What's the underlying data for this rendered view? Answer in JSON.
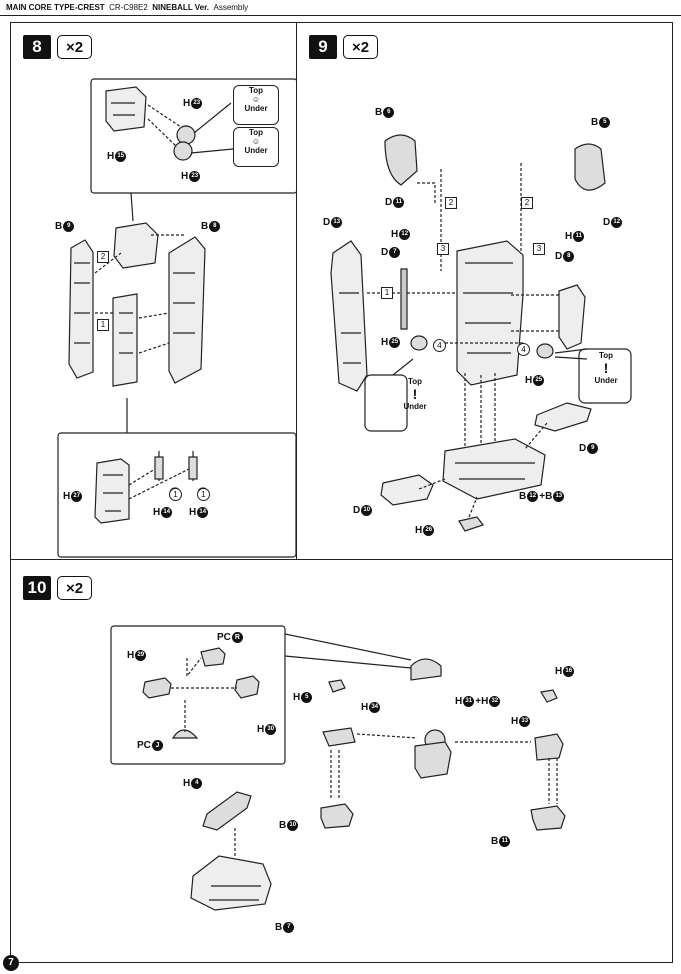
{
  "header": {
    "series": "MAIN CORE TYPE-CREST",
    "model": "CR-C98E2",
    "name": "NINEBALL Ver.",
    "subtitle": "Assembly"
  },
  "steps": {
    "s8": {
      "num": "8",
      "qty": "×2"
    },
    "s9": {
      "num": "9",
      "qty": "×2"
    },
    "s10": {
      "num": "10",
      "qty": "×2"
    }
  },
  "orientation": {
    "top": "Top",
    "under": "Under"
  },
  "labels": {
    "s8": {
      "h23a": "H",
      "h23a_n": "23",
      "h15": "H",
      "h15_n": "15",
      "h23b": "H",
      "h23b_n": "23",
      "b9": "B",
      "b9_n": "9",
      "b8": "B",
      "b8_n": "8",
      "h27": "H",
      "h27_n": "27",
      "h14a": "H",
      "h14a_n": "14",
      "h14b": "H",
      "h14b_n": "14"
    },
    "s9": {
      "b6": "B",
      "b6_n": "6",
      "b5": "B",
      "b5_n": "5",
      "d11": "D",
      "d11_n": "11",
      "d12": "D",
      "d12_n": "12",
      "h12": "H",
      "h12_n": "12",
      "h11": "H",
      "h11_n": "11",
      "d13": "D",
      "d13_n": "13",
      "d7": "D",
      "d7_n": "7",
      "d8": "D",
      "d8_n": "8",
      "h25a": "H",
      "h25a_n": "25",
      "h25b": "H",
      "h25b_n": "25",
      "d9": "D",
      "d9_n": "9",
      "d10": "D",
      "d10_n": "10",
      "b12b13": "B",
      "b12_n": "12",
      "b13_sep": "+B",
      "b13_n": "13",
      "h26": "H",
      "h26_n": "26"
    },
    "s10": {
      "h29": "H",
      "h29_n": "29",
      "pc_r": "PC",
      "pc_r_n": "R",
      "h30": "H",
      "h30_n": "30",
      "pc_j": "PC",
      "pc_j_n": "J",
      "h5": "H",
      "h5_n": "5",
      "h34": "H",
      "h34_n": "34",
      "h31": "H",
      "h31_n": "31",
      "h32_sep": "+H",
      "h32_n": "32",
      "h16": "H",
      "h16_n": "16",
      "h33": "H",
      "h33_n": "33",
      "h4": "H",
      "h4_n": "4",
      "b10": "B",
      "b10_n": "10",
      "b11": "B",
      "b11_n": "11",
      "b7": "B",
      "b7_n": "7"
    }
  },
  "markers": {
    "box1": "1",
    "box2": "2",
    "box3": "3",
    "circ4": "4"
  },
  "page_number": "7"
}
